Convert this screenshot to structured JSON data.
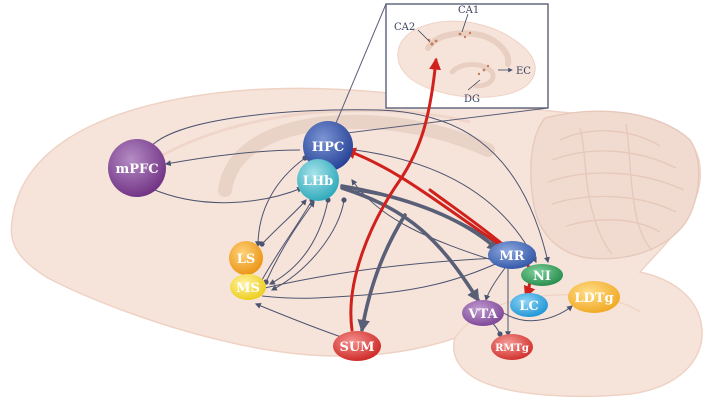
{
  "colors": {
    "brain_fill": "#f6e4da",
    "brain_stroke": "#efd2c4",
    "cerebellum_line": "#e6c9bb",
    "arrow_gray": "#4d5470",
    "arrow_red": "#d0211c",
    "arrow_thick": "#5a5f78",
    "inset_border": "#5a5f78"
  },
  "nodes": {
    "mpfc": {
      "label": "mPFC",
      "color": "#7d3f8f"
    },
    "hpc": {
      "label": "HPC",
      "color": "#2f4fa3"
    },
    "lhb": {
      "label": "LHb",
      "color": "#3fb7c6"
    },
    "ls": {
      "label": "LS",
      "color": "#f0a21c"
    },
    "ms": {
      "label": "MS",
      "color": "#f2da2a"
    },
    "mr": {
      "label": "MR",
      "color": "#3f63b0"
    },
    "ni": {
      "label": "NI",
      "color": "#2f9b58"
    },
    "lc": {
      "label": "LC",
      "color": "#2aa3e0"
    },
    "vta": {
      "label": "VTA",
      "color": "#86509f"
    },
    "rmtg": {
      "label": "RMTg",
      "color": "#d83a36"
    },
    "sum": {
      "label": "SUM",
      "color": "#d93532"
    },
    "ldtg": {
      "label": "LDTg",
      "color": "#f4b531"
    }
  },
  "inset": {
    "ca1": "CA1",
    "ca2": "CA2",
    "ec": "EC",
    "dg": "DG"
  }
}
